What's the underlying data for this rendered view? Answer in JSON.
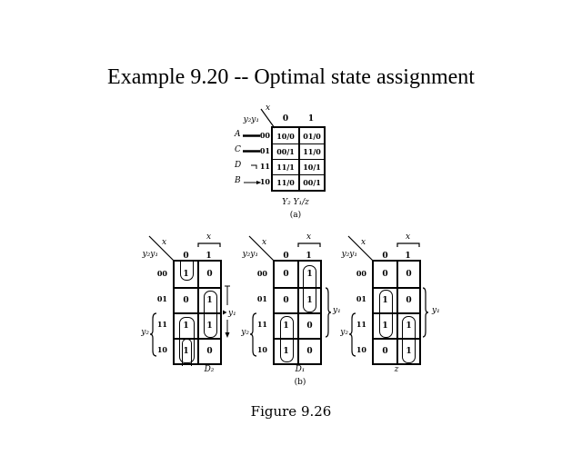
{
  "title": "Example 9.20 -- Optimal state assignment",
  "caption": "Figure 9.26",
  "colors": {
    "background": "#ffffff",
    "ink": "#000000"
  },
  "state_table": {
    "corner_var_top": "x",
    "corner_var_side": "y₂y₁",
    "col_headers": [
      "0",
      "1"
    ],
    "rows": [
      {
        "state": "A",
        "code": "00",
        "cells": [
          "10/0",
          "01/0"
        ]
      },
      {
        "state": "C",
        "code": "01",
        "cells": [
          "00/1",
          "11/0"
        ]
      },
      {
        "state": "D",
        "code": "11",
        "cells": [
          "11/1",
          "10/1"
        ]
      },
      {
        "state": "B",
        "code": "10",
        "cells": [
          "11/0",
          "00/1"
        ]
      }
    ],
    "output_label": "Y₂ Y₁/z",
    "sublabel": "(a)"
  },
  "kmaps": [
    {
      "output_label": "D₂",
      "corner_var_top": "x",
      "corner_var_side": "y₂y₁",
      "col_bracket_label": "x",
      "col_headers": [
        "0",
        "1"
      ],
      "row_labels": [
        "00",
        "01",
        "11",
        "10"
      ],
      "cells": [
        [
          "1",
          "0"
        ],
        [
          "0",
          "1"
        ],
        [
          "1",
          "1"
        ],
        [
          "1",
          "0"
        ]
      ],
      "left_brace_label": "y₂",
      "right_brace_label": "y₁"
    },
    {
      "output_label": "D₁",
      "corner_var_top": "x",
      "corner_var_side": "y₂y₁",
      "col_bracket_label": "x",
      "col_headers": [
        "0",
        "1"
      ],
      "row_labels": [
        "00",
        "01",
        "11",
        "10"
      ],
      "cells": [
        [
          "0",
          "1"
        ],
        [
          "0",
          "1"
        ],
        [
          "1",
          "0"
        ],
        [
          "1",
          "0"
        ]
      ],
      "left_brace_label": "y₂",
      "right_brace_label": "y₁"
    },
    {
      "output_label": "z",
      "corner_var_top": "x",
      "corner_var_side": "y₂y₁",
      "col_bracket_label": "x",
      "col_headers": [
        "0",
        "1"
      ],
      "row_labels": [
        "00",
        "01",
        "11",
        "10"
      ],
      "cells": [
        [
          "0",
          "0"
        ],
        [
          "1",
          "0"
        ],
        [
          "1",
          "1"
        ],
        [
          "0",
          "1"
        ]
      ],
      "left_brace_label": "y₂",
      "right_brace_label": "y₁"
    }
  ],
  "sublabel_b": "(b)"
}
